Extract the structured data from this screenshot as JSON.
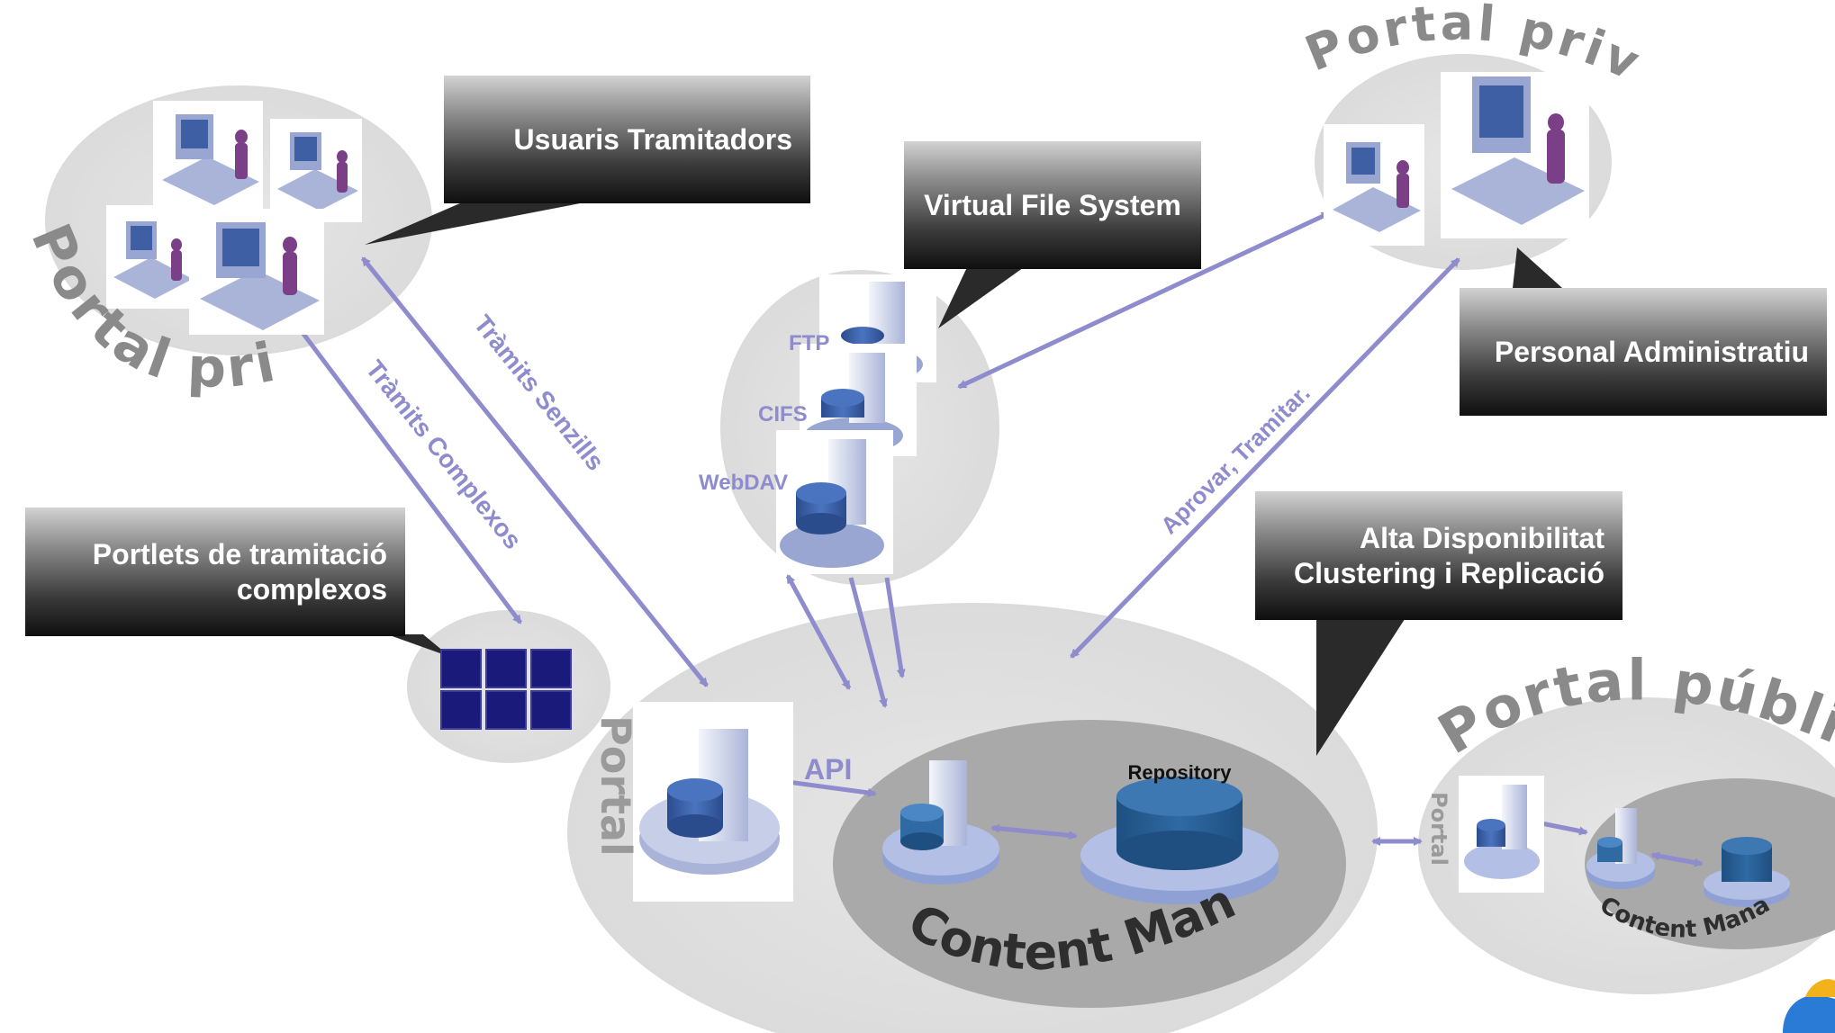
{
  "callouts": {
    "usuaris": "Usuaris Tramitadors",
    "vfs": "Virtual File System",
    "personal": "Personal Administratiu",
    "portlets_line1": "Portlets de tramitació",
    "portlets_line2": "complexos",
    "alta_line1": "Alta Disponibilitat",
    "alta_line2": "Clustering i Replicació"
  },
  "zones": {
    "portal_privat_left": "Portal privat",
    "portal_privat_right": "Portal privat",
    "portal_public": "Portal públic",
    "portal_center": "Portal",
    "portal_small": "Portal",
    "content_manager": "Content Manager",
    "content_manager_small": "Content Manager",
    "repository": "Repository"
  },
  "protocols": [
    "FTP",
    "CIFS",
    "WebDAV"
  ],
  "connections": {
    "tramits_complexos": "Tràmits Complexos",
    "tramits_senzills": "Tràmits Senzills",
    "aprovar": "Aprovar, Tramitar.",
    "api": "API"
  },
  "colors": {
    "accent": "#8e8ccc",
    "ellipse": "#e3e3e3",
    "cm_ellipse": "#a9a9a9",
    "db_blue": "#3e63a8",
    "portlet_block": "#1a1a7a"
  }
}
